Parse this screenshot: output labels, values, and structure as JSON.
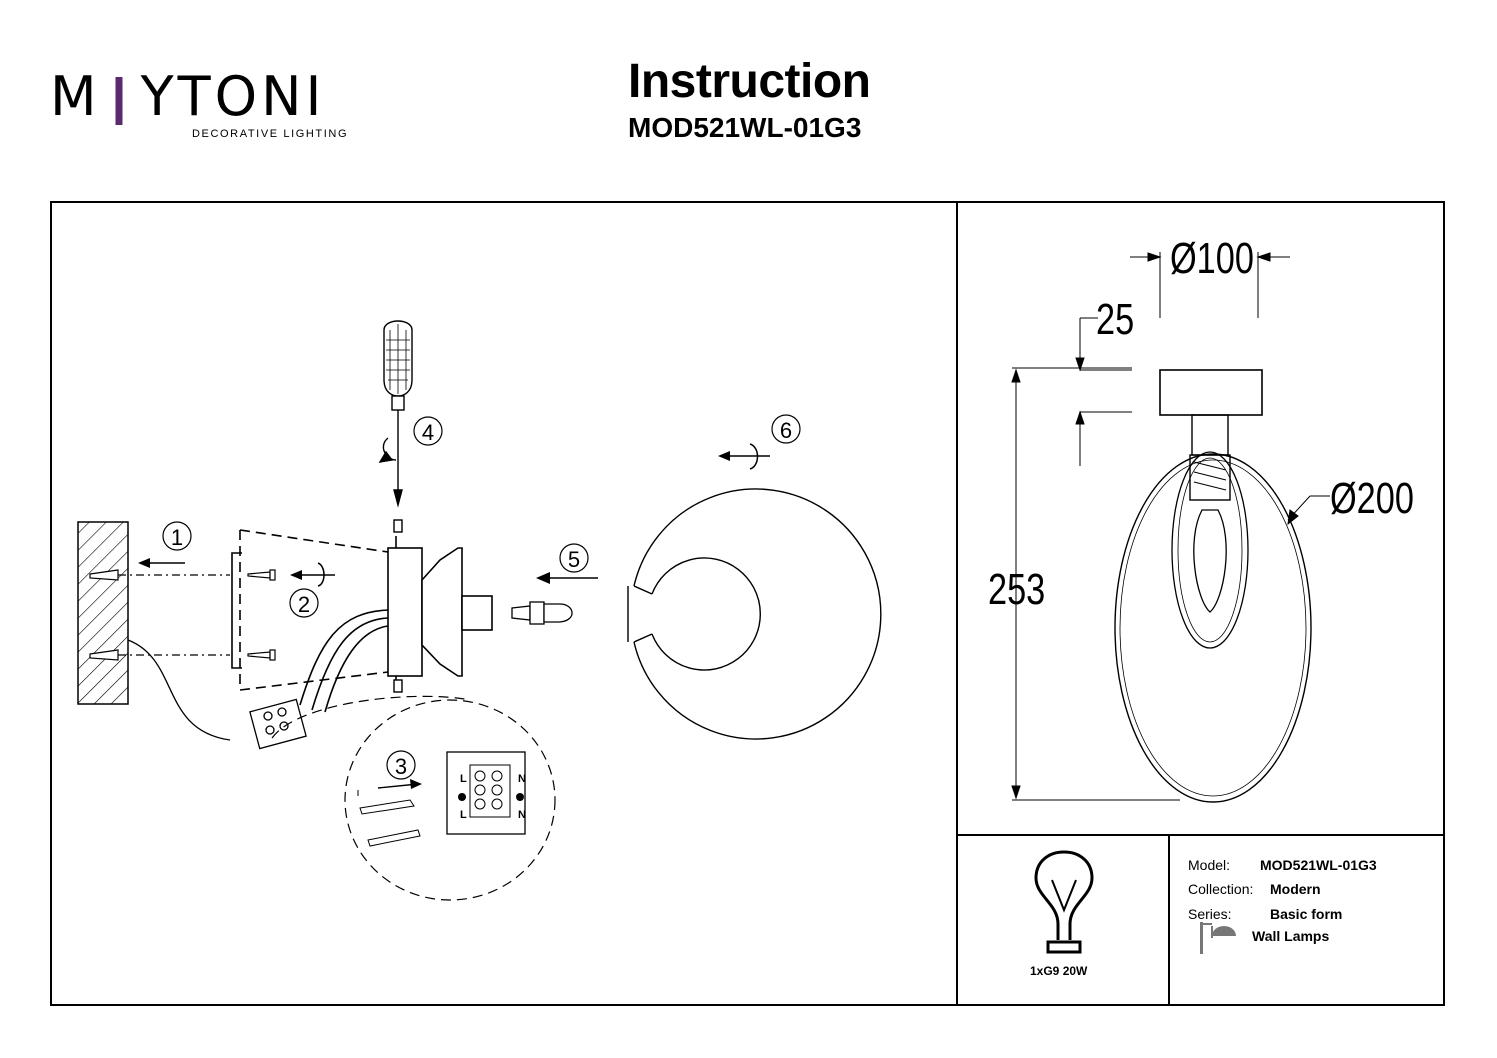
{
  "brand": {
    "name_prefix": "M",
    "name_rest": "YTONI",
    "tagline": "DECORATIVE LIGHTING"
  },
  "header": {
    "title": "Instruction",
    "model_code": "MOD521WL-01G3"
  },
  "steps": [
    "1",
    "2",
    "3",
    "4",
    "5",
    "6"
  ],
  "dimensions": {
    "canopy_diameter": "Ø100",
    "canopy_depth": "25",
    "total_height": "253",
    "shade_diameter": "Ø200"
  },
  "specs": {
    "model_label": "Model:",
    "model_value": "MOD521WL-01G3",
    "collection_label": "Collection:",
    "collection_value": "Modern",
    "series_label": "Series:",
    "series_value": "Basic form",
    "type_value": "Wall Lamps",
    "bulb_caption": "1xG9 20W"
  },
  "terminal_marks": [
    "L",
    "N",
    "L",
    "N"
  ],
  "icons": [
    "bulb-icon",
    "wall-lamp-icon",
    "screwdriver-icon",
    "rotate-arrow-icon"
  ]
}
